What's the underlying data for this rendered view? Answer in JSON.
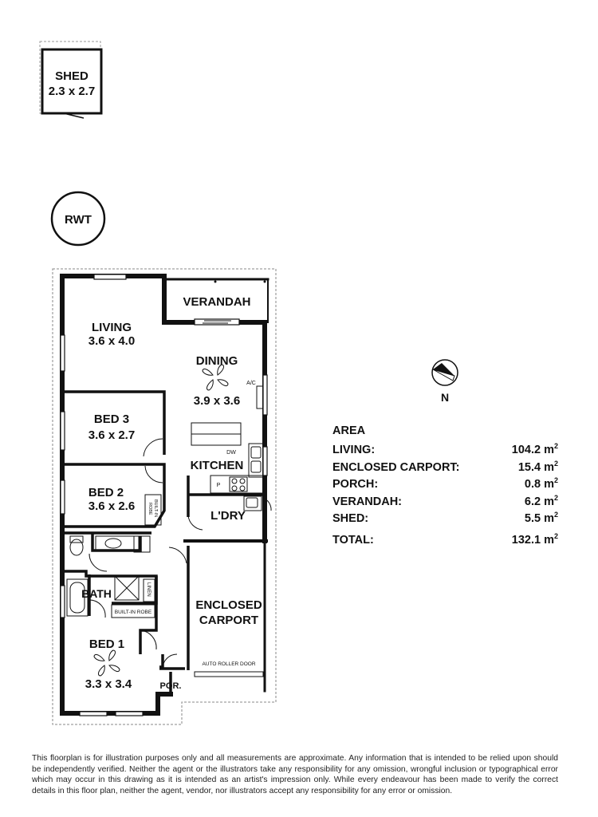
{
  "rooms": {
    "shed": {
      "name": "SHED",
      "size": "2.3 x 2.7"
    },
    "rwt": "RWT",
    "verandah": "VERANDAH",
    "living": {
      "name": "LIVING",
      "size": "3.6 x 4.0"
    },
    "dining": {
      "name": "DINING",
      "size": "3.9 x 3.6"
    },
    "bed3": {
      "name": "BED 3",
      "size": "3.6 x 2.7"
    },
    "bed2": {
      "name": "BED 2",
      "size": "3.6 x 2.6"
    },
    "bed1": {
      "name": "BED 1",
      "size": "3.3 x 3.4"
    },
    "kitchen": "KITCHEN",
    "laundry": "L'DRY",
    "bath": "BATH",
    "carport_line1": "ENCLOSED",
    "carport_line2": "CARPORT",
    "porch": "POR."
  },
  "fixtures": {
    "ac": "A/C",
    "dw": "DW",
    "pantry": "P",
    "built_in_robe_1": "BUILT-IN",
    "built_in_robe_2": "ROBE",
    "built_in_robe_bed1": "BUILT-IN ROBE",
    "linen": "LINEN",
    "auto_roller_door": "AUTO ROLLER DOOR"
  },
  "compass": {
    "label": "N",
    "icon": "north-arrow-icon"
  },
  "area": {
    "title": "AREA",
    "rows": [
      {
        "label": "LIVING:",
        "value": "104.2 m",
        "unit_sup": "2"
      },
      {
        "label": "ENCLOSED CARPORT:",
        "value": "15.4 m",
        "unit_sup": "2"
      },
      {
        "label": "PORCH:",
        "value": "0.8 m",
        "unit_sup": "2"
      },
      {
        "label": "VERANDAH:",
        "value": "6.2 m",
        "unit_sup": "2"
      },
      {
        "label": "SHED:",
        "value": "5.5 m",
        "unit_sup": "2"
      }
    ],
    "total": {
      "label": "TOTAL:",
      "value": "132.1 m",
      "unit_sup": "2"
    }
  },
  "disclaimer": "This floorplan is for illustration purposes only and all measurements are approximate. Any information that is intended to be relied upon should be independently verified. Neither the agent or the illustrators take any responsibility for any omission, wrongful inclusion or typographical error which may occur in this drawing as it is intended as an artist's impression only. While every endeavour has been made to verify the correct details in this floor plan, neither the agent, vendor, nor illustrators accept any responsibility for any error or omission."
}
